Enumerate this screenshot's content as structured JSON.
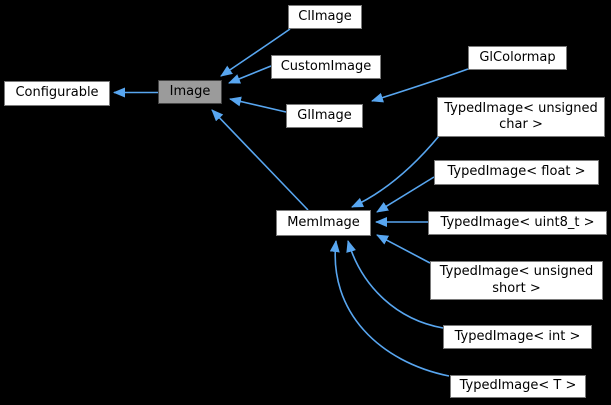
{
  "diagram": {
    "type": "class-inheritance-graph",
    "background_color": "#000000",
    "edge_color": "#58a6f0",
    "node_fill_color": "#ffffff",
    "node_border_color": "#7a7a7a",
    "current_node_fill_color": "#9b9b9b",
    "current_node_border_color": "#454545",
    "text_color": "#000000",
    "nodes": [
      {
        "id": "configurable",
        "label": "Configurable",
        "current": false
      },
      {
        "id": "image",
        "label": "Image",
        "current": true
      },
      {
        "id": "climage",
        "label": "ClImage",
        "current": false
      },
      {
        "id": "customimage",
        "label": "CustomImage",
        "current": false
      },
      {
        "id": "glimage",
        "label": "GlImage",
        "current": false
      },
      {
        "id": "glcolormap",
        "label": "GlColormap",
        "current": false
      },
      {
        "id": "typedimage-unsigned-char",
        "label": "TypedImage< unsigned char >",
        "current": false
      },
      {
        "id": "typedimage-float",
        "label": "TypedImage< float >",
        "current": false
      },
      {
        "id": "memimage",
        "label": "MemImage",
        "current": false
      },
      {
        "id": "typedimage-uint8-t",
        "label": "TypedImage< uint8_t >",
        "current": false
      },
      {
        "id": "typedimage-unsigned-short",
        "label": "TypedImage< unsigned short >",
        "current": false
      },
      {
        "id": "typedimage-int",
        "label": "TypedImage< int >",
        "current": false
      },
      {
        "id": "typedimage-t",
        "label": "TypedImage< T >",
        "current": false
      }
    ],
    "edges": [
      {
        "from": "Image",
        "to": "Configurable"
      },
      {
        "from": "ClImage",
        "to": "Image"
      },
      {
        "from": "CustomImage",
        "to": "Image"
      },
      {
        "from": "GlImage",
        "to": "Image"
      },
      {
        "from": "GlColormap",
        "to": "GlImage"
      },
      {
        "from": "MemImage",
        "to": "Image"
      },
      {
        "from": "TypedImage< unsigned char >",
        "to": "MemImage"
      },
      {
        "from": "TypedImage< float >",
        "to": "MemImage"
      },
      {
        "from": "TypedImage< uint8_t >",
        "to": "MemImage"
      },
      {
        "from": "TypedImage< unsigned short >",
        "to": "MemImage"
      },
      {
        "from": "TypedImage< int >",
        "to": "MemImage"
      },
      {
        "from": "TypedImage< T >",
        "to": "MemImage"
      }
    ]
  }
}
